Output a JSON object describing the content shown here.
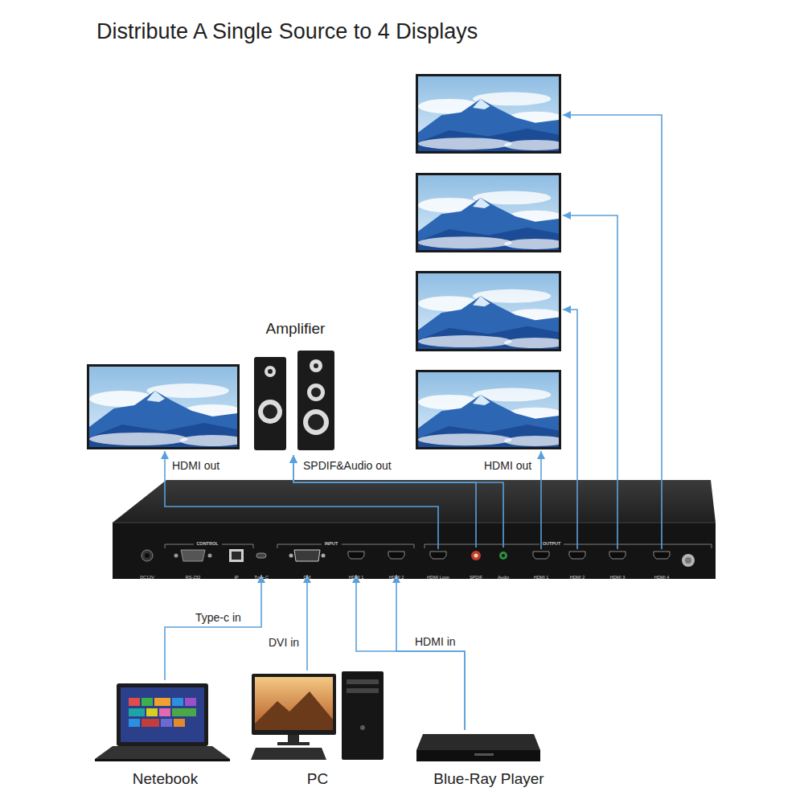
{
  "diagram": {
    "title": "Distribute A Single Source to 4 Displays",
    "nodes": [
      {
        "text": [
          "Amplifier"
        ]
      },
      {
        "text": [
          "CONTROL",
          "INPUT",
          "OUTPUT"
        ]
      },
      {
        "text": [
          "DC12V"
        ],
        "in": 1
      },
      {
        "text": [
          "RS-232"
        ],
        "in": 1
      },
      {
        "text": [
          "IP"
        ],
        "in": 1
      },
      {
        "text": [
          "Type-C"
        ],
        "in": 1
      },
      {
        "text": [
          "DVI"
        ],
        "in": 1
      },
      {
        "text": [
          "HDMI 1"
        ],
        "in": 1
      },
      {
        "text": [
          "HDMI 2"
        ],
        "in": 1
      },
      {
        "text": [
          "HDMI Loop"
        ],
        "in": 1
      },
      {
        "text": [
          "SPDIF"
        ],
        "in": 1
      },
      {
        "text": [
          "Audio"
        ],
        "in": 1
      },
      {
        "text": [
          "HDMI 1"
        ],
        "in": 1
      },
      {
        "text": [
          "HDMI 2"
        ],
        "in": 1
      },
      {
        "text": [
          "HDMI 3"
        ],
        "in": 1
      },
      {
        "text": [
          "HDMI 4"
        ],
        "in": 1
      },
      {
        "text": [
          "Netebook"
        ]
      },
      {
        "text": [
          "PC"
        ]
      },
      {
        "text": [
          "Blue-Ray Player"
        ]
      }
    ],
    "edges": [
      {
        "from": 16,
        "to": 5,
        "arrow": "to",
        "label": "Type-c in"
      },
      {
        "from": 17,
        "to": 6,
        "arrow": "to",
        "label": "DVI in"
      },
      {
        "from": 18,
        "to": 7,
        "arrow": "to",
        "label": "HDMI in"
      },
      {
        "from": 18,
        "to": 8,
        "arrow": "to"
      },
      {
        "from": 10,
        "to": 0,
        "arrow": "to",
        "label": "SPDIF&Audio out"
      },
      {
        "from": 11,
        "to": 0,
        "arrow": "to"
      }
    ],
    "labels": [
      "HDMI out",
      "HDMI out"
    ]
  }
}
